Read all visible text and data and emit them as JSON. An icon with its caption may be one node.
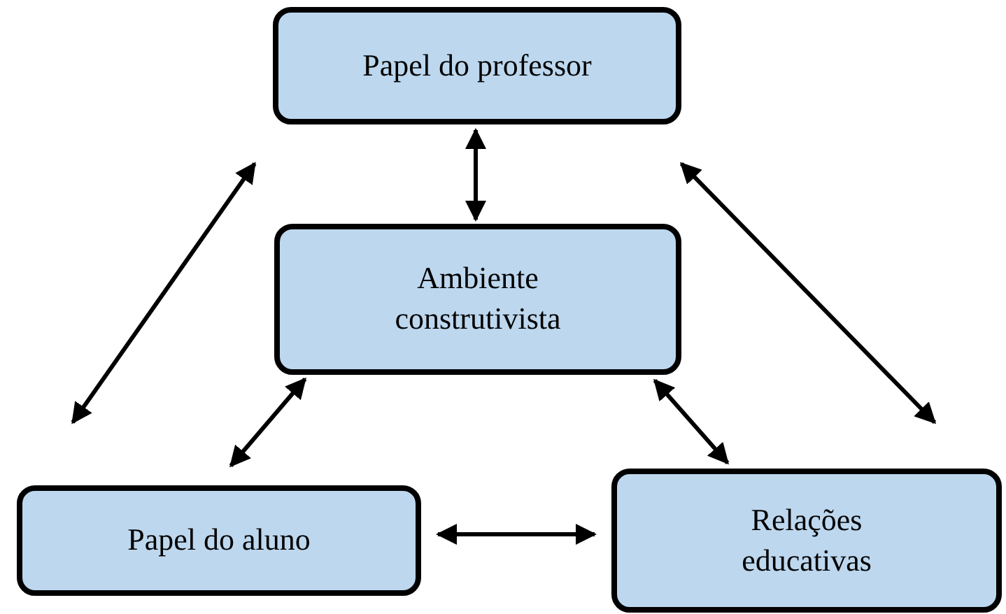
{
  "diagram": {
    "nodes": [
      {
        "text": [
          "Papel do professor"
        ]
      },
      {
        "text": [
          "Ambiente construtivista"
        ]
      },
      {
        "text": [
          "Papel do aluno"
        ]
      },
      {
        "text": [
          "Relações educativas"
        ]
      }
    ],
    "edges": [
      {
        "from": 0,
        "to": 1,
        "arrow": "both"
      },
      {
        "from": 2,
        "to": 0,
        "arrow": "both"
      },
      {
        "from": 3,
        "to": 0,
        "arrow": "both"
      },
      {
        "from": 1,
        "to": 2,
        "arrow": "both"
      },
      {
        "from": 1,
        "to": 3,
        "arrow": "both"
      },
      {
        "from": 2,
        "to": 3,
        "arrow": "both"
      }
    ]
  }
}
